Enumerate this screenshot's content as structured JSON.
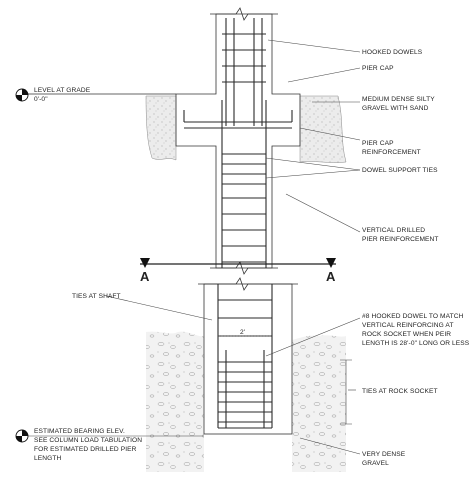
{
  "labels": {
    "hooked_dowels": "HOOKED DOWELS",
    "pier_cap": "PIER CAP",
    "gravel_top_1": "MEDIUM DENSE SILTY",
    "gravel_top_2": "GRAVEL WITH SAND",
    "cap_reinf_1": "PIER CAP",
    "cap_reinf_2": "REINFORCEMENT",
    "dowel_ties": "DOWEL SUPPORT TIES",
    "vert_reinf_1": "VERTICAL DRILLED",
    "vert_reinf_2": "PIER REINFORCEMENT",
    "ties_shaft": "TIES AT SHAFT",
    "hooked_note_1": "#8 HOOKED DOWEL TO MATCH",
    "hooked_note_2": "VERTICAL REINFORCING AT",
    "hooked_note_3": "ROCK SOCKET WHEN PEIR",
    "hooked_note_4": "LENGTH IS 28'-0\" LONG OR LESS",
    "ties_rock": "TIES AT ROCK SOCKET",
    "dim_2": "2'",
    "level_grade": "LEVEL AT GRADE",
    "level_grade_elev": "0'-0\"",
    "bearing_1": "ESTIMATED BEARING ELEV.",
    "bearing_2": "SEE COLUMN LOAD TABULATION",
    "bearing_3": "FOR ESTIMATED DRILLED PIER",
    "bearing_4": "LENGTH",
    "very_dense_1": "VERY DENSE",
    "very_dense_2": "GRAVEL",
    "section_left": "A",
    "section_right": "A"
  }
}
